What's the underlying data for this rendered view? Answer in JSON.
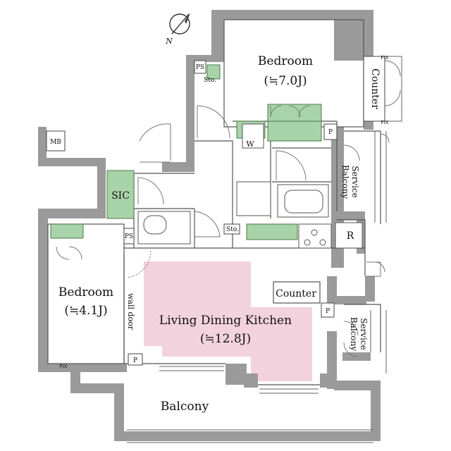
{
  "rooms": {
    "bedroom_top": {
      "name": "Bedroom",
      "size": "(≒7.0J)"
    },
    "bedroom_left": {
      "name": "Bedroom",
      "size": "(≒4.1J)"
    },
    "ldk": {
      "name": "Living Dining Kitchen",
      "size": "(≒12.8J)"
    },
    "balcony": {
      "name": "Balcony"
    },
    "service_balcony_top": {
      "line1": "Service",
      "line2": "Balcony"
    },
    "service_balcony_bottom": {
      "line1": "Service",
      "line2": "Balcony"
    }
  },
  "labels": {
    "counter_top": "Counter",
    "counter_mid": "Counter",
    "sic": "SIC",
    "mb": "MB",
    "ps_top": "PS",
    "ps_mid": "PS",
    "sto_top": "Sto.",
    "sto_mid": "Sto.",
    "w": "W",
    "r": "R",
    "p1": "P",
    "p2": "P",
    "p3": "P",
    "wall_door": "wall door",
    "fix_top": "FIX",
    "fix_top2": "FIX",
    "fix_left": "FIX",
    "north": "N"
  },
  "colors": {
    "wall": "#9a9a9a",
    "storage": "#a8d3a8",
    "ldk_highlight": "#f2d3dd"
  }
}
